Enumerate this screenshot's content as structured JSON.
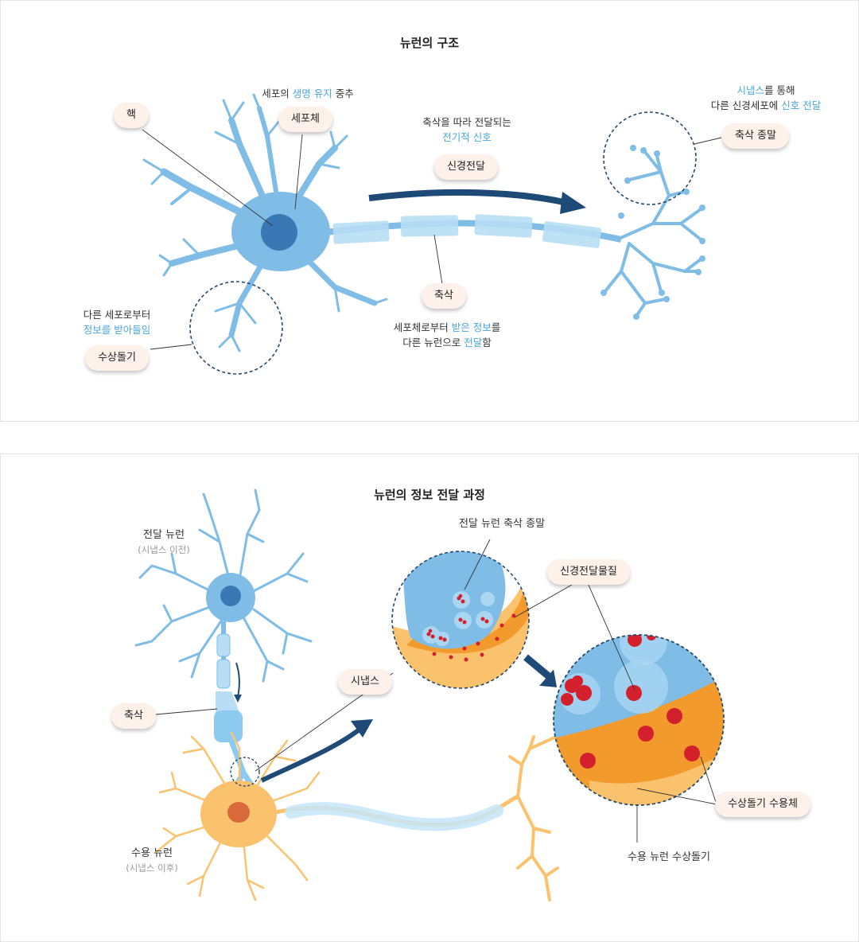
{
  "panel1": {
    "title": "뉴런의 구조",
    "nucleus": "핵",
    "soma_caption": {
      "a": "세포의 ",
      "b": "생명 유지",
      "c": " 중추"
    },
    "soma": "세포체",
    "signal_caption": {
      "line1": "축삭을 따라 전달되는",
      "line2": "전기적 신호"
    },
    "signal": "신경전달",
    "terminal_caption": {
      "a": "시냅스",
      "b": "를 통해",
      "c": "다른 신경세포에 ",
      "d": "신호 전달"
    },
    "terminal": "축삭 종말",
    "dendrite_caption": {
      "line1": "다른 세포로부터",
      "line2": "정보를 받아들임"
    },
    "dendrite": "수상돌기",
    "axon": "축삭",
    "axon_caption": {
      "a": "세포체로부터 ",
      "b": "받은 정보",
      "c": "를",
      "d": "다른 뉴런으로 ",
      "e": "전달",
      "f": "함"
    }
  },
  "panel2": {
    "title": "뉴런의 정보 전달 과정",
    "presynaptic": "전달 뉴런",
    "presynaptic_sub": "(시냅스 이전)",
    "axon": "축삭",
    "postsynaptic": "수용 뉴런",
    "postsynaptic_sub": "(시냅스 이후)",
    "axon_terminal": "전달 뉴런 축삭 종말",
    "neurotransmitter": "신경전달물질",
    "synapse": "시냅스",
    "receptor": "수상돌기 수용체",
    "receiving_dendrite": "수용 뉴런 수상돌기"
  },
  "colors": {
    "neuron_blue": "#7fbde6",
    "nucleus_blue": "#3a78b5",
    "myelin": "#b8def5",
    "arrow_navy": "#1e4a78",
    "neuron_orange": "#fbc26e",
    "synapse_orange": "#f29a2b",
    "nucleus_orange": "#d9683a",
    "transmitter_red": "#d3202c",
    "highlight_text": "#4aa6de"
  }
}
